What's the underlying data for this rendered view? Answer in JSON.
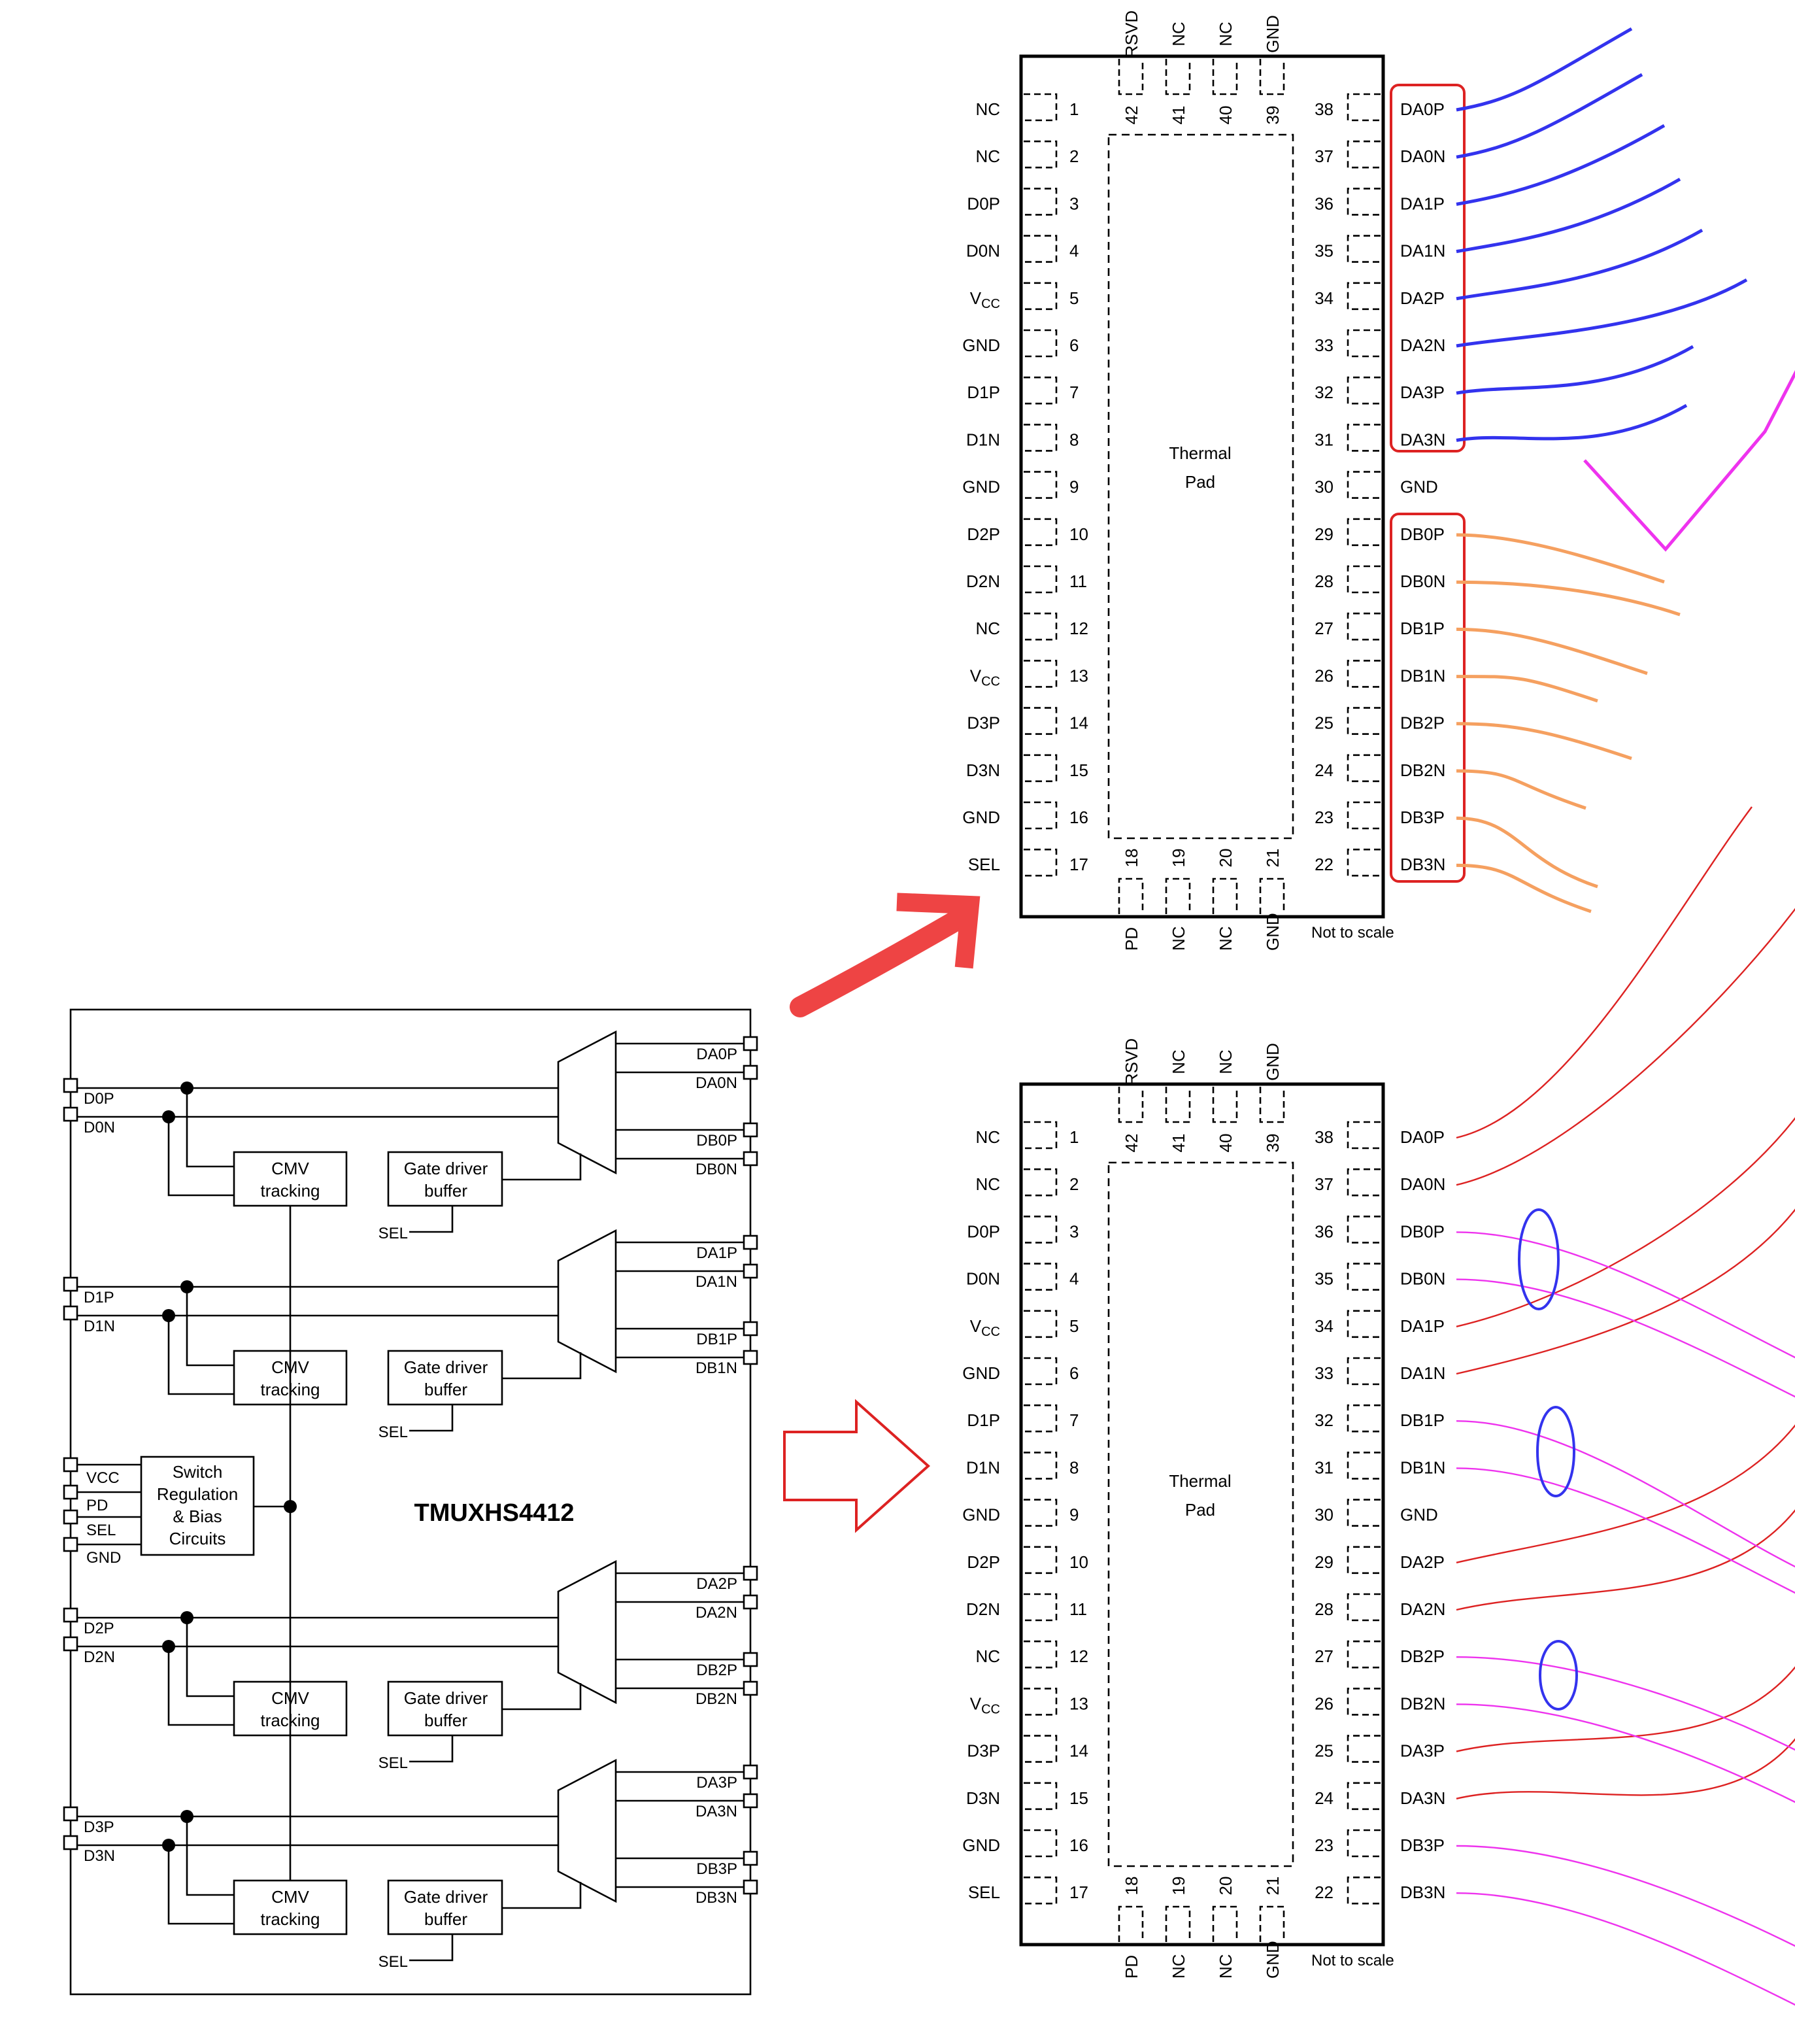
{
  "pinout": {
    "left_labels": [
      "NC",
      "NC",
      "D0P",
      "D0N",
      "VCC",
      "GND",
      "D1P",
      "D1N",
      "GND",
      "D2P",
      "D2N",
      "NC",
      "VCC",
      "D3P",
      "D3N",
      "GND",
      "SEL"
    ],
    "left_numbers": [
      "1",
      "2",
      "3",
      "4",
      "5",
      "6",
      "7",
      "8",
      "9",
      "10",
      "11",
      "12",
      "13",
      "14",
      "15",
      "16",
      "17"
    ],
    "right_numbers": [
      "38",
      "37",
      "36",
      "35",
      "34",
      "33",
      "32",
      "31",
      "30",
      "29",
      "28",
      "27",
      "26",
      "25",
      "24",
      "23",
      "22"
    ],
    "top_labels": [
      "RSVD",
      "NC",
      "NC",
      "GND"
    ],
    "top_numbers": [
      "42",
      "41",
      "40",
      "39"
    ],
    "bottom_labels": [
      "PD",
      "NC",
      "NC",
      "GND"
    ],
    "bottom_numbers": [
      "18",
      "19",
      "20",
      "21"
    ],
    "pad_label_line1": "Thermal",
    "pad_label_line2": "Pad",
    "not_to_scale": "Not to scale",
    "vcc_main": "V",
    "vcc_sub": "CC"
  },
  "pinout_top_right_labels": [
    "DA0P",
    "DA0N",
    "DA1P",
    "DA1N",
    "DA2P",
    "DA2N",
    "DA3P",
    "DA3N",
    "GND",
    "DB0P",
    "DB0N",
    "DB1P",
    "DB1N",
    "DB2P",
    "DB2N",
    "DB3P",
    "DB3N"
  ],
  "pinout_bottom_right_labels": [
    "DA0P",
    "DA0N",
    "DB0P",
    "DB0N",
    "DA1P",
    "DA1N",
    "DB1P",
    "DB1N",
    "GND",
    "DA2P",
    "DA2N",
    "DB2P",
    "DB2N",
    "DA3P",
    "DA3N",
    "DB3P",
    "DB3N"
  ],
  "block_diagram": {
    "title": "TMUXHS4412",
    "inputs": [
      [
        "D0P",
        "D0N"
      ],
      [
        "D1P",
        "D1N"
      ],
      [
        "D2P",
        "D2N"
      ],
      [
        "D3P",
        "D3N"
      ]
    ],
    "outputs": [
      [
        "DA0P",
        "DA0N",
        "DB0P",
        "DB0N"
      ],
      [
        "DA1P",
        "DA1N",
        "DB1P",
        "DB1N"
      ],
      [
        "DA2P",
        "DA2N",
        "DB2P",
        "DB2N"
      ],
      [
        "DA3P",
        "DA3N",
        "DB3P",
        "DB3N"
      ]
    ],
    "cmv_line1": "CMV",
    "cmv_line2": "tracking",
    "gate_line1": "Gate driver",
    "gate_line2": "buffer",
    "sel_label": "SEL",
    "switch_lines": [
      "Switch",
      "Regulation",
      "& Bias",
      "Circuits"
    ],
    "control_pins": [
      "VCC",
      "PD",
      "SEL",
      "GND"
    ]
  },
  "colors": {
    "blue_traces": "#3333ee",
    "orange_traces": "#f5a060",
    "magenta": "#ee33ee",
    "red": "#dd2222",
    "arrow_fill": "#ee4444"
  }
}
